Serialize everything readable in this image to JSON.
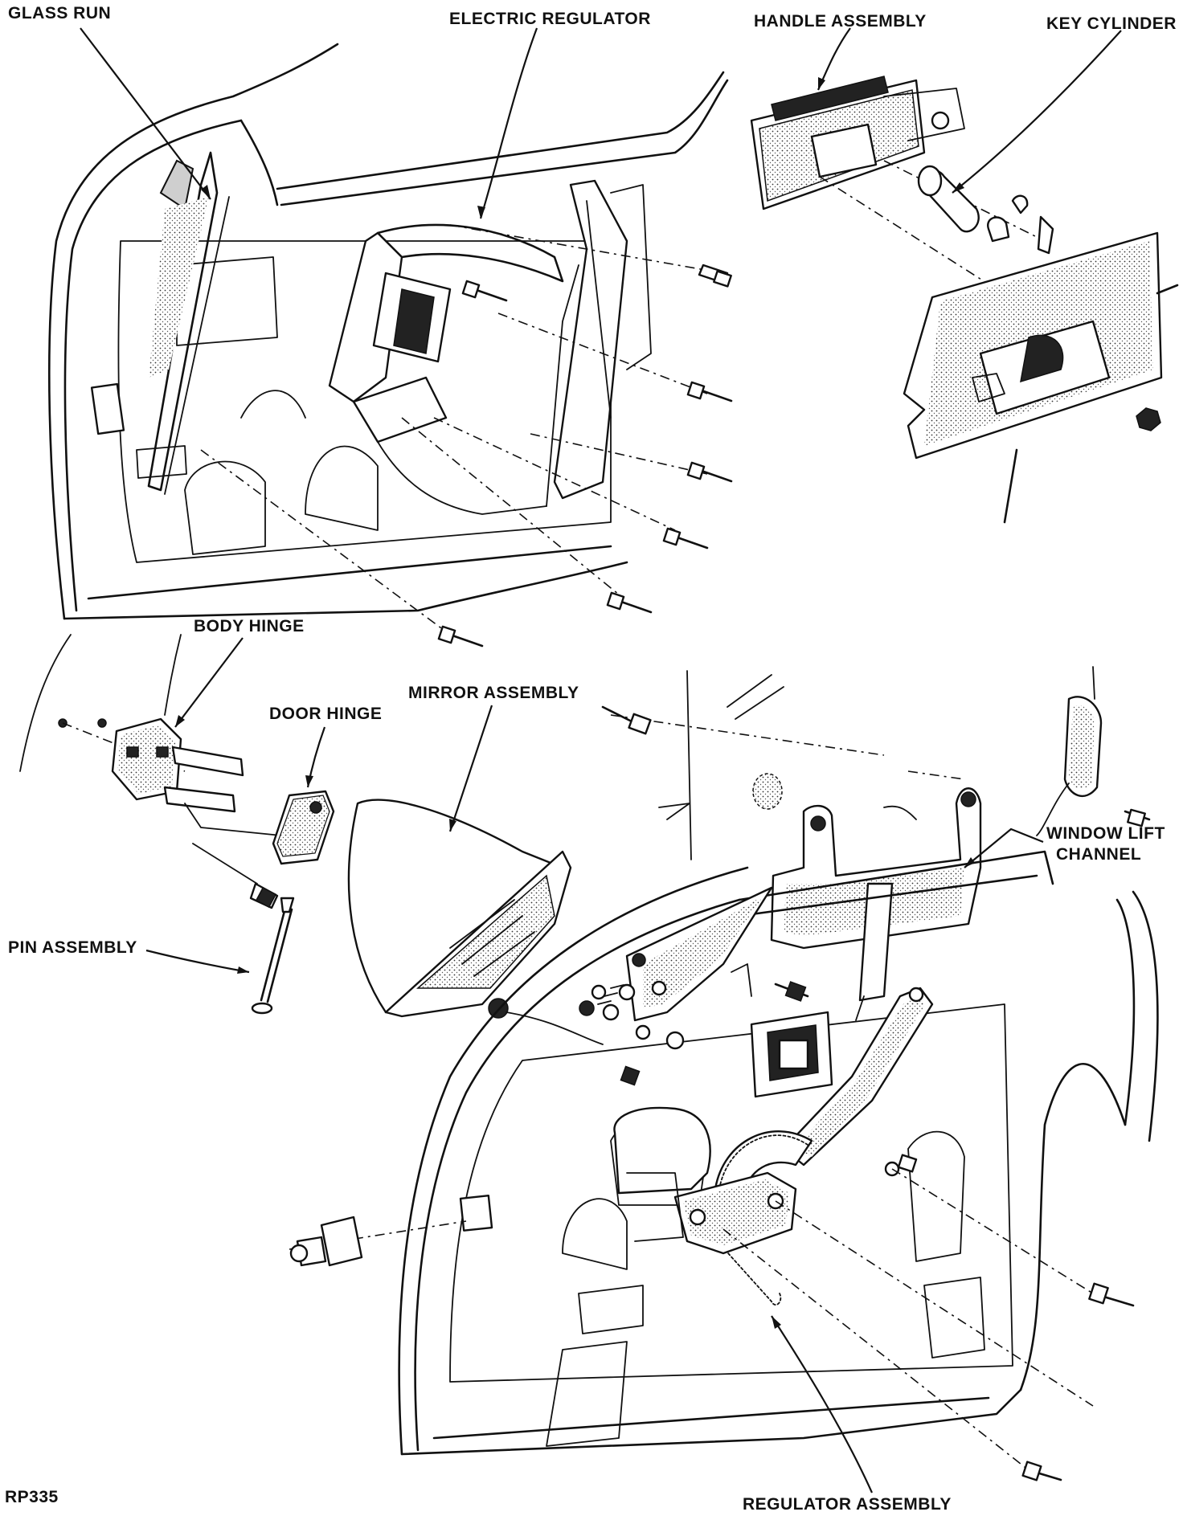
{
  "labels": {
    "glass_run": "GLASS RUN",
    "electric_regulator": "ELECTRIC REGULATOR",
    "handle_assembly": "HANDLE ASSEMBLY",
    "key_cylinder": "KEY CYLINDER",
    "body_hinge": "BODY HINGE",
    "door_hinge": "DOOR HINGE",
    "mirror_assembly": "MIRROR ASSEMBLY",
    "window_lift_channel_line1": "WINDOW LIFT",
    "window_lift_channel_line2": "CHANNEL",
    "pin_assembly": "PIN ASSEMBLY",
    "regulator_assembly": "REGULATOR ASSEMBLY",
    "figure_code": "RP335"
  },
  "colors": {
    "ink": "#111111",
    "paper": "#ffffff",
    "stipple": "#cfcfcf"
  }
}
